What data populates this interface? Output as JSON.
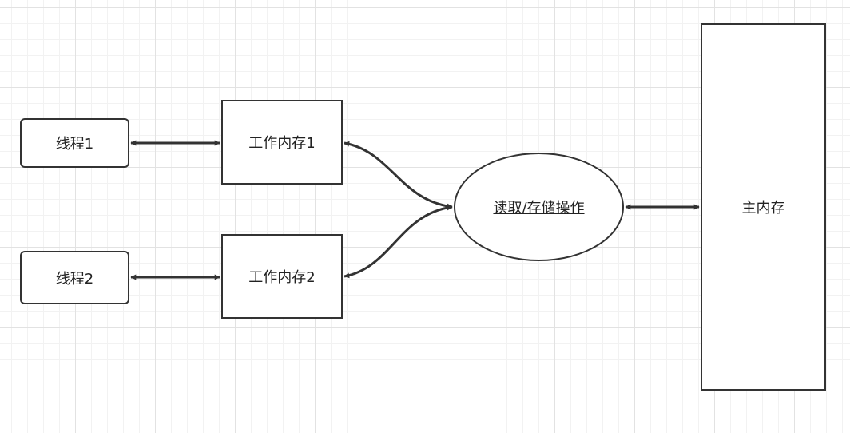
{
  "diagram": {
    "nodes": {
      "thread1": "线程1",
      "thread2": "线程2",
      "working_memory1": "工作内存1",
      "working_memory2": "工作内存2",
      "operation": "读取/存储操作",
      "main_memory": "主内存"
    },
    "edges": [
      {
        "from": "thread1",
        "to": "working_memory1",
        "direction": "both"
      },
      {
        "from": "thread2",
        "to": "working_memory2",
        "direction": "both"
      },
      {
        "from": "working_memory1",
        "to": "operation",
        "direction": "both"
      },
      {
        "from": "working_memory2",
        "to": "operation",
        "direction": "both"
      },
      {
        "from": "operation",
        "to": "main_memory",
        "direction": "both"
      }
    ]
  },
  "colors": {
    "stroke": "#333333",
    "background": "#ffffff",
    "grid": "#e2e2e2"
  }
}
